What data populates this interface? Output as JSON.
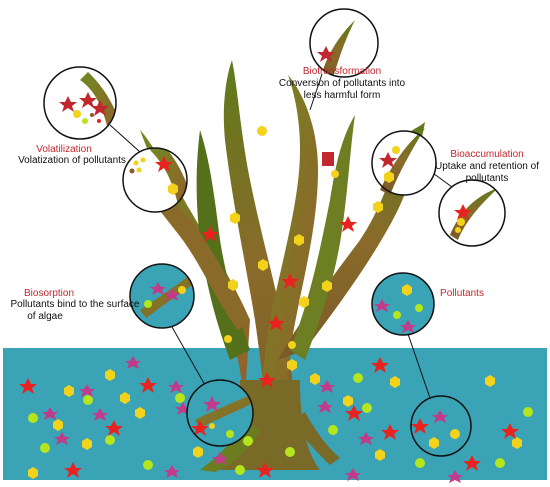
{
  "labels": {
    "biotransformation": {
      "title": "Biotransformation",
      "line1": "Conversion of pollutants into",
      "line2": "less harmful form"
    },
    "volatilization": {
      "title": "Volatilization",
      "line1": "Volatization of pollutants"
    },
    "bioaccumulation": {
      "title": "Bioaccumulation",
      "line1": "Uptake and retention of",
      "line2": "pollutants"
    },
    "biosorption": {
      "title": "Biosorption",
      "line1": "Pollutants bind to the surface",
      "line2": "of algae"
    },
    "pollutants": {
      "title": "Pollutants"
    }
  },
  "colors": {
    "water": "#3aa3b5",
    "algae_dark": "#6b7d1f",
    "algae_brown": "#8b5a2b",
    "label_red": "#c1272d",
    "hexagon": "#f2d21a",
    "circle_pollutant": "#b5e61d",
    "star_red": "#e8231f",
    "star_pink_green": "#c13b8a"
  },
  "icons": {
    "hexagon": "hexagon-pollutant-icon",
    "star": "star-pollutant-icon",
    "circle": "circle-pollutant-icon"
  }
}
